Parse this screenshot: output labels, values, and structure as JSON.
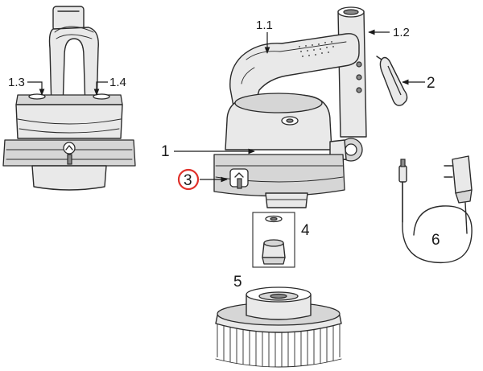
{
  "diagram": {
    "callouts": [
      {
        "id": "c1",
        "label": "1"
      },
      {
        "id": "c1_1",
        "label": "1.1"
      },
      {
        "id": "c1_2",
        "label": "1.2"
      },
      {
        "id": "c1_3",
        "label": "1.3"
      },
      {
        "id": "c1_4",
        "label": "1.4"
      },
      {
        "id": "c2",
        "label": "2"
      },
      {
        "id": "c3",
        "label": "3"
      },
      {
        "id": "c4",
        "label": "4"
      },
      {
        "id": "c5",
        "label": "5"
      },
      {
        "id": "c6",
        "label": "6"
      }
    ],
    "highlight_color": "#e0302a"
  }
}
